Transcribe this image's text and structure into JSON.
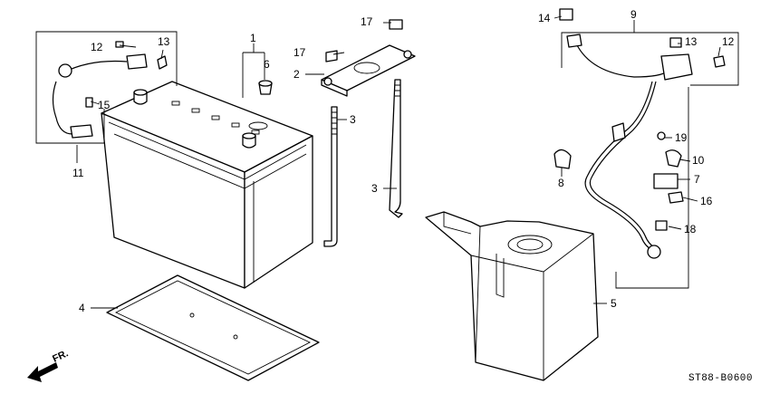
{
  "callouts": [
    {
      "id": "c1",
      "text": "1"
    },
    {
      "id": "c2",
      "text": "2"
    },
    {
      "id": "c3a",
      "text": "3"
    },
    {
      "id": "c3b",
      "text": "3"
    },
    {
      "id": "c4",
      "text": "4"
    },
    {
      "id": "c5",
      "text": "5"
    },
    {
      "id": "c6",
      "text": "6"
    },
    {
      "id": "c7",
      "text": "7"
    },
    {
      "id": "c8",
      "text": "8"
    },
    {
      "id": "c9",
      "text": "9"
    },
    {
      "id": "c10",
      "text": "10"
    },
    {
      "id": "c11",
      "text": "11"
    },
    {
      "id": "c12a",
      "text": "12"
    },
    {
      "id": "c12b",
      "text": "12"
    },
    {
      "id": "c13a",
      "text": "13"
    },
    {
      "id": "c13b",
      "text": "13"
    },
    {
      "id": "c14",
      "text": "14"
    },
    {
      "id": "c15",
      "text": "15"
    },
    {
      "id": "c16",
      "text": "16"
    },
    {
      "id": "c17a",
      "text": "17"
    },
    {
      "id": "c17b",
      "text": "17"
    },
    {
      "id": "c18",
      "text": "18"
    },
    {
      "id": "c19",
      "text": "19"
    }
  ],
  "front_label": "FR.",
  "diagram_code": "ST88-B0600"
}
